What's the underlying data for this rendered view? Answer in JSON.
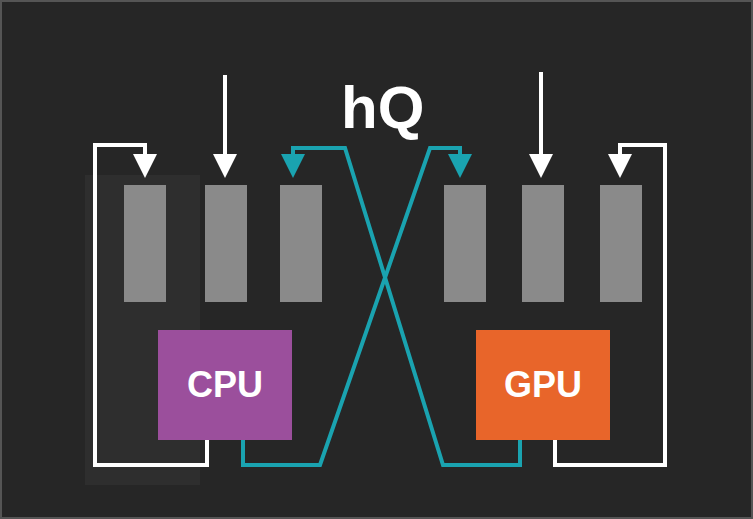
{
  "diagram": {
    "nodes": [
      {
        "text": [
          "CPU"
        ]
      },
      {
        "text": [
          "GPU"
        ]
      }
    ],
    "labels": [
      "hQ"
    ]
  }
}
